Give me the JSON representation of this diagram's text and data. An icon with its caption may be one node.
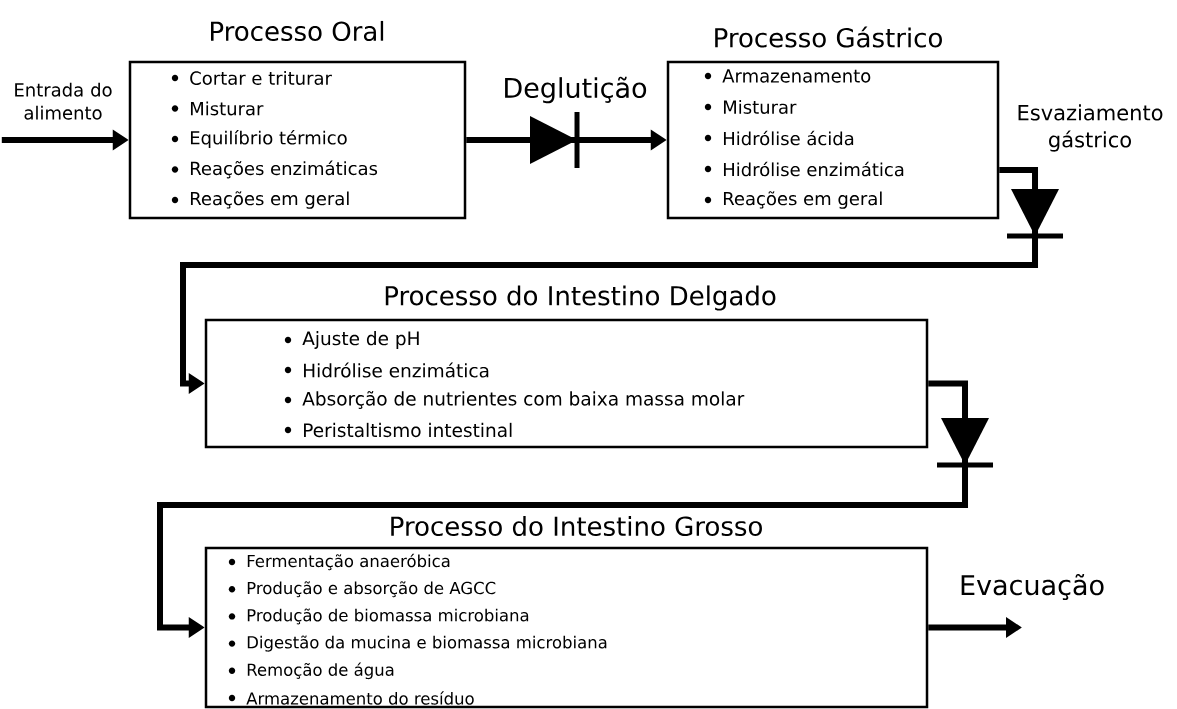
{
  "diagram": {
    "nodes": [
      {
        "text": [
          "Entrada do alimento"
        ]
      },
      {
        "text": [
          "Processo Oral",
          "Cortar e triturar",
          "Misturar",
          "Equilíbrio térmico",
          "Reações enzimáticas",
          "Reações em geral"
        ]
      },
      {
        "text": [
          "Processo Gástrico",
          "Armazenamento",
          "Misturar",
          "Hidrólise ácida",
          "Hidrólise enzimática",
          "Reações em geral"
        ]
      },
      {
        "text": [
          "Processo do Intestino Delgado",
          "Ajuste de pH",
          "Hidrólise enzimática",
          "Absorção de nutrientes com baixa massa molar",
          "Peristaltismo intestinal"
        ]
      },
      {
        "text": [
          "Processo do Intestino Grosso",
          "Fermentação anaeróbica",
          "Produção e absorção de AGCC",
          "Produção de biomassa microbiana",
          "Digestão da mucina e biomassa microbiana",
          "Remoção de água",
          "Armazenamento do resíduo"
        ]
      }
    ],
    "edges": [
      {
        "from": 0,
        "to": 1,
        "arrow": "to"
      },
      {
        "from": 1,
        "to": 2,
        "arrow": "to",
        "label": "Deglutição"
      },
      {
        "from": 2,
        "to": 3,
        "arrow": "to",
        "label": "Esvaziamento gástrico"
      },
      {
        "from": 3,
        "to": 4,
        "arrow": "to"
      },
      {
        "from": 4,
        "to": null,
        "arrow": "to",
        "label": "Evacuação"
      }
    ]
  }
}
